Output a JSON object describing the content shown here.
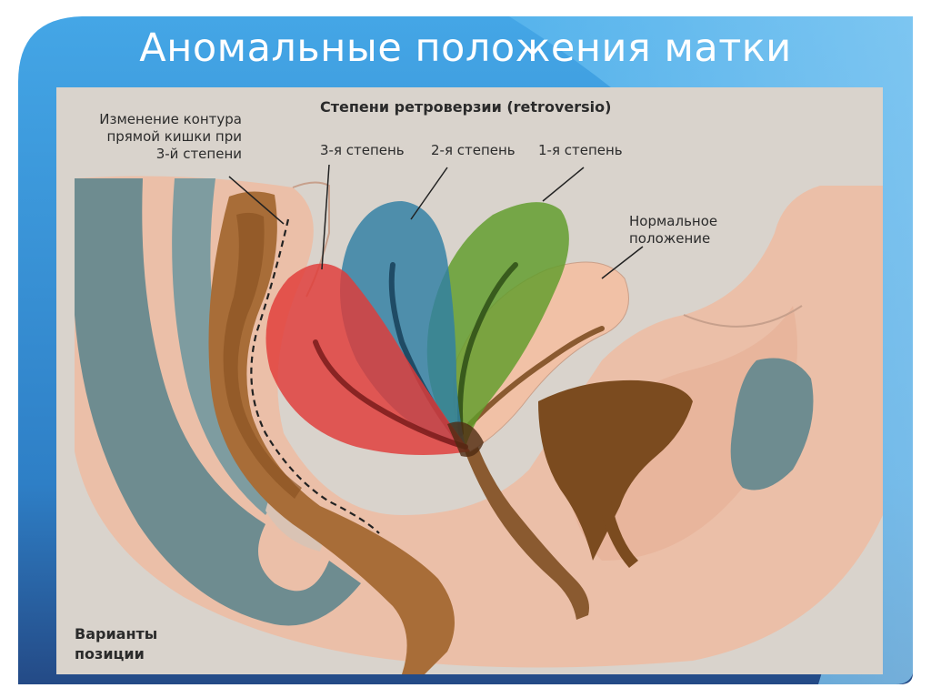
{
  "slide": {
    "title": "Аномальные положения матки"
  },
  "figure": {
    "header": "Степени ретроверзии (retroversio)",
    "rectum_label": [
      "Изменение контура",
      "прямой кишки при",
      "3-й степени"
    ],
    "degree_3": "3-я степень",
    "degree_2": "2-я степень",
    "degree_1": "1-я степень",
    "normal_label": [
      "Нормальное",
      "положение"
    ],
    "variants_label": [
      "Варианты",
      "позиции"
    ]
  },
  "colors": {
    "frame_blue": "#2f8fd6",
    "frame_light": "#7cc4f0",
    "tissue": "#e9b8a0",
    "rectum": "#a56a35",
    "bladder": "#7a4a20",
    "bone": "#6f8f92",
    "degree_3_color": "#e03b38",
    "degree_2_color": "#2f7fa4",
    "degree_1_color": "#5f9c2a",
    "normal_color": "#f2bda2"
  }
}
